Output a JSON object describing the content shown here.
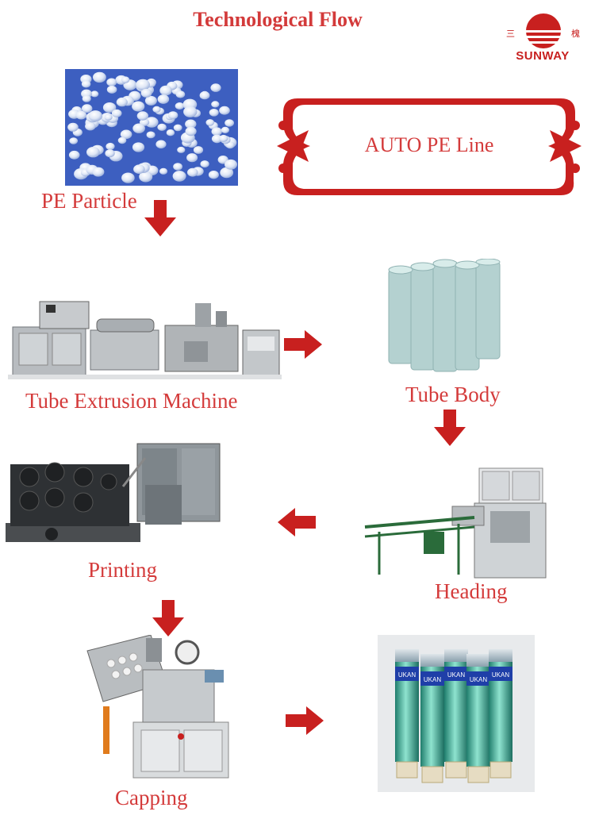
{
  "title": "Technological Flow",
  "logo": {
    "brand": "SUNWAY",
    "glyph_left": "三",
    "glyph_right": "槐"
  },
  "banner": {
    "label": "AUTO PE Line"
  },
  "steps": {
    "pe_particle": "PE Particle",
    "tube_extrusion": "Tube Extrusion Machine",
    "tube_body": "Tube Body",
    "printing": "Printing",
    "heading": "Heading",
    "capping": "Capping"
  },
  "product": {
    "tube_text": "UKAN"
  },
  "colors": {
    "accent": "#c8201f",
    "text": "#d43b3b",
    "particle_bg": "#3d5fc0",
    "tube_green": "#2fa98f"
  }
}
